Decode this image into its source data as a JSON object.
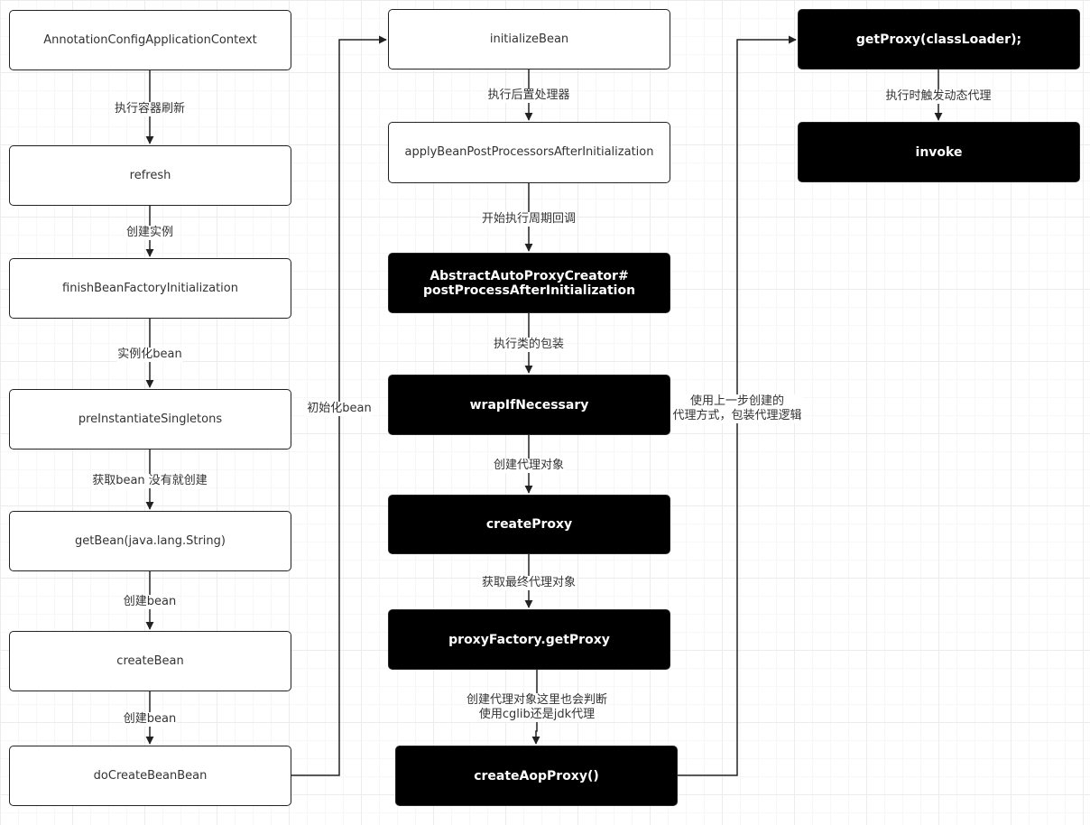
{
  "nodes": {
    "annotation_ctx": "AnnotationConfigApplicationContext",
    "refresh": "refresh",
    "finish_bf_init": "finishBeanFactoryInitialization",
    "pre_instantiate": "preInstantiateSingletons",
    "get_bean": "getBean(java.lang.String)",
    "create_bean": "createBean",
    "do_create_bean": "doCreateBeanBean",
    "initialize_bean": "initializeBean",
    "apply_bpp": "applyBeanPostProcessorsAfterInitialization",
    "abstract_apc_line1": "AbstractAutoProxyCreator#",
    "abstract_apc_line2": "postProcessAfterInitialization",
    "wrap_if_necessary": "wrapIfNecessary",
    "create_proxy": "createProxy",
    "proxy_factory_get": "proxyFactory.getProxy",
    "create_aop_proxy": "createAopProxy()",
    "get_proxy_cl": "getProxy(classLoader);",
    "invoke": "invoke"
  },
  "edge_labels": {
    "refresh_container": "执行容器刷新",
    "create_instance": "创建实例",
    "instantiate_bean": "实例化bean",
    "get_or_create_bean": "获取bean 没有就创建",
    "create_bean_1": "创建bean",
    "create_bean_2": "创建bean",
    "init_bean": "初始化bean",
    "run_post_processor": "执行后置处理器",
    "start_lifecycle_callback": "开始执行周期回调",
    "wrap_class": "执行类的包装",
    "create_proxy_object": "创建代理对象",
    "get_final_proxy": "获取最终代理对象",
    "judge_line1": "创建代理对象这里也会判断",
    "judge_line2": "使用cglib还是jdk代理",
    "use_prev_line1": "使用上一步创建的",
    "use_prev_line2": "代理方式，包装代理逻辑",
    "trigger_dynamic_proxy": "执行时触发动态代理"
  }
}
